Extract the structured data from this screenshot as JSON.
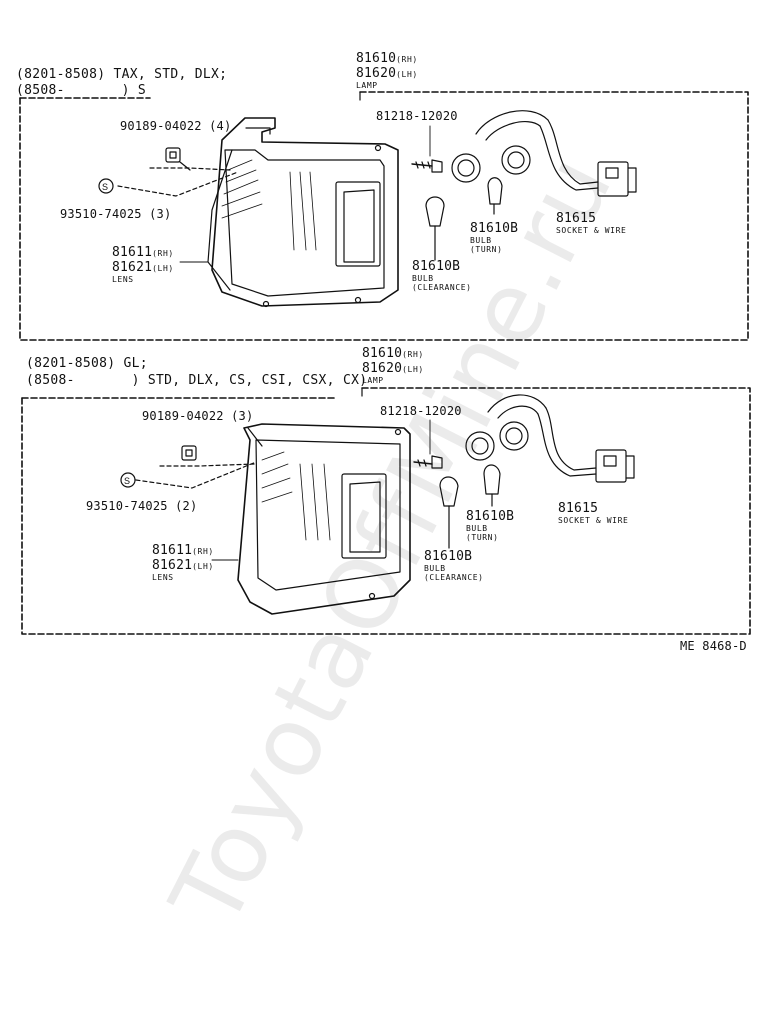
{
  "watermark": "ToyotaOffMine.ru",
  "ref_code": "ME 8468-D",
  "panels": [
    {
      "header_line1": "(8201-8508) TAX, STD, DLX;",
      "header_line2": "(8508-       ) S",
      "lamp_rh": "81610",
      "lamp_rh_sfx": "(RH)",
      "lamp_lh": "81620",
      "lamp_lh_sfx": "(LH)",
      "lamp_label": "LAMP",
      "nut_part": "90189-04022 (4)",
      "screw_part": "81218-12020",
      "screw2_part": "93510-74025 (3)",
      "lens_rh": "81611",
      "lens_rh_sfx": "(RH)",
      "lens_lh": "81621",
      "lens_lh_sfx": "(LH)",
      "lens_label": "LENS",
      "bulb_turn_part": "81610B",
      "bulb_turn_l1": "BULB",
      "bulb_turn_l2": "(TURN)",
      "bulb_clr_part": "81610B",
      "bulb_clr_l1": "BULB",
      "bulb_clr_l2": "(CLEARANCE)",
      "socket_part": "81615",
      "socket_label": "SOCKET & WIRE"
    },
    {
      "header_line1": "(8201-8508) GL;",
      "header_line2": "(8508-       ) STD, DLX, CS, CSI, CSX, CX)",
      "lamp_rh": "81610",
      "lamp_rh_sfx": "(RH)",
      "lamp_lh": "81620",
      "lamp_lh_sfx": "(LH)",
      "lamp_label": "LAMP",
      "nut_part": "90189-04022 (3)",
      "screw_part": "81218-12020",
      "screw2_part": "93510-74025 (2)",
      "lens_rh": "81611",
      "lens_rh_sfx": "(RH)",
      "lens_lh": "81621",
      "lens_lh_sfx": "(LH)",
      "lens_label": "LENS",
      "bulb_turn_part": "81610B",
      "bulb_turn_l1": "BULB",
      "bulb_turn_l2": "(TURN)",
      "bulb_clr_part": "81610B",
      "bulb_clr_l1": "BULB",
      "bulb_clr_l2": "(CLEARANCE)",
      "socket_part": "81615",
      "socket_label": "SOCKET & WIRE"
    }
  ]
}
